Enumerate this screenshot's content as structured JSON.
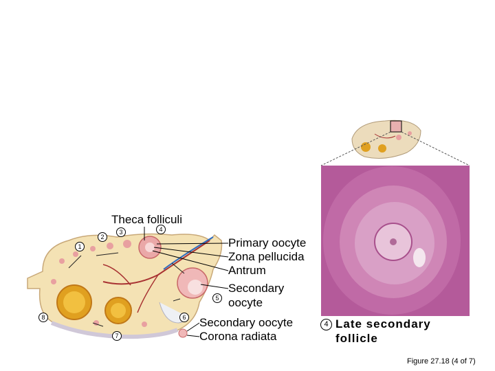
{
  "labels": {
    "theca_folliculi": "Theca folliculi",
    "primary_oocyte": "Primary oocyte",
    "zona_pellucida": "Zona pellucida",
    "antrum": "Antrum",
    "secondary_oocyte_1": "Secondary",
    "secondary_oocyte_2": "oocyte",
    "secondary_oocyte_b": "Secondary oocyte",
    "corona_radiata": "Corona radiata"
  },
  "stage_markers": [
    "1",
    "2",
    "3",
    "4",
    "5",
    "6",
    "7",
    "8"
  ],
  "micrograph": {
    "marker": "4",
    "title_line1": "Late secondary",
    "title_line2": "follicle"
  },
  "caption": "Figure 27.18 (4 of 7)",
  "colors": {
    "ovary_tissue": "#f4e2b4",
    "corpus_luteum": "#e0a020",
    "follicle_pink": "#e8a0a0",
    "micrograph_bg": "#b45a9a",
    "vessel_red": "#a83232",
    "vessel_blue": "#2e6cc0"
  }
}
